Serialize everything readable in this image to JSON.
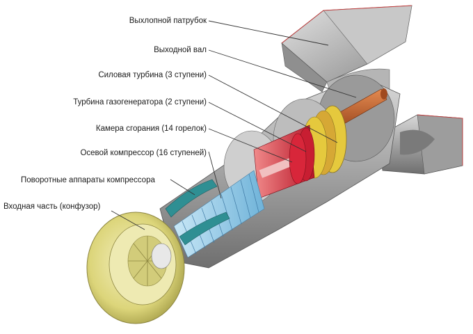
{
  "labels": {
    "exhaust": "Выхлопной патрубок",
    "output_shaft": "Выходной вал",
    "power_turbine": "Силовая турбина (3 ступени)",
    "gg_turbine": "Турбина газогенератора (2 ступени)",
    "combustor": "Камера сгорания (14 горелок)",
    "compressor": "Осевой компрессор (16 ступеней)",
    "guide_vanes": "Поворотные аппараты компрессора",
    "inlet": "Входная часть (конфузор)"
  },
  "colors": {
    "housing": "#a9a9a9",
    "inlet_yellow": "#e6e089",
    "compressor_blue": "#9fd0ea",
    "vanes_teal": "#2f8f93",
    "combustor_red": "#d8263a",
    "turbine_yellow": "#e5c93d",
    "shaft_orange": "#c8612a"
  }
}
